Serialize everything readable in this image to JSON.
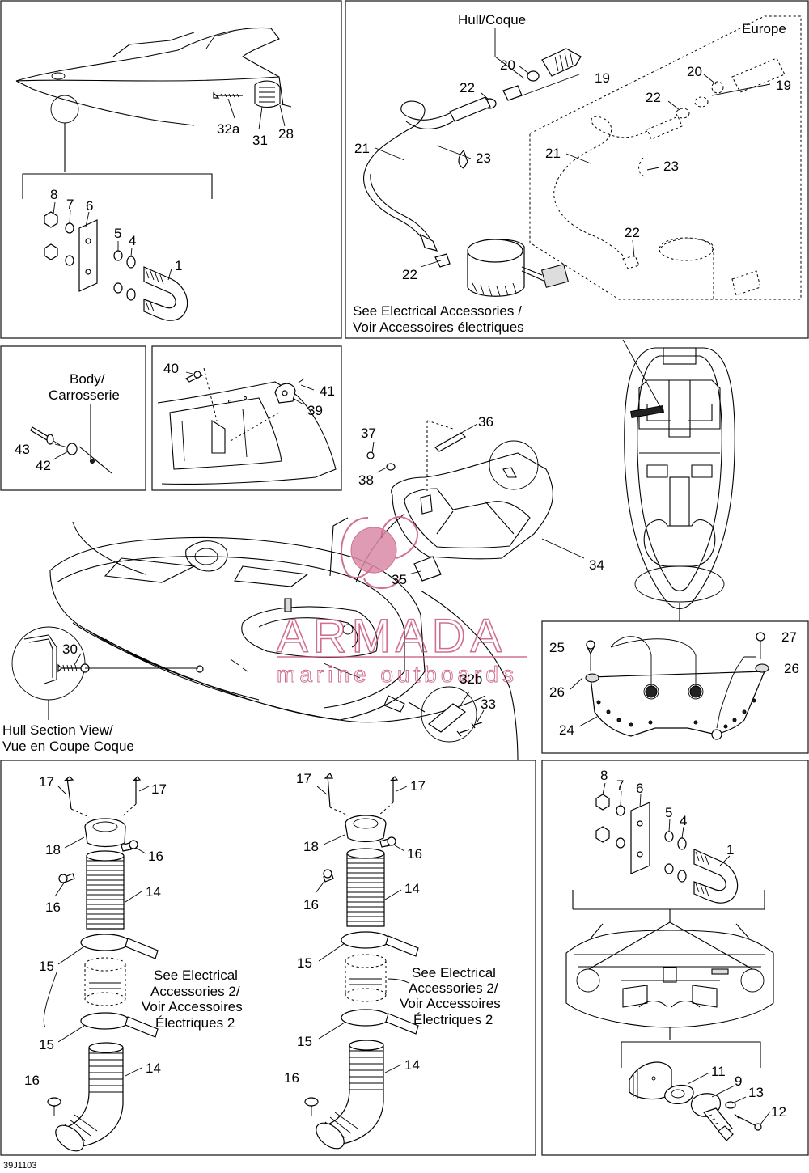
{
  "figure_code": "39J1103",
  "watermark": {
    "brand": "ARMADA",
    "tagline": "marine outboards",
    "color": "#c8587c"
  },
  "labels": {
    "hull": "Hull/Coque",
    "europe": "Europe",
    "see_elec_1": "See Electrical Accessories /",
    "see_elec_2": "Voir Accessoires électriques",
    "body_1": "Body/",
    "body_2": "Carrosserie",
    "hull_section_1": "Hull Section View/",
    "hull_section_2": "Vue en Coupe Coque",
    "see_elec2_a_1": "See Electrical",
    "see_elec2_a_2": "Accessories 2/",
    "see_elec2_a_3": "Voir Accessoires",
    "see_elec2_a_4": "Électriques 2",
    "see_elec2_b_1": "See Electrical",
    "see_elec2_b_2": "Accessories 2/",
    "see_elec2_b_3": "Voir Accessoires",
    "see_elec2_b_4": "Électriques 2"
  },
  "callouts": {
    "p1_32a": "32a",
    "p1_31": "31",
    "p1_28": "28",
    "p1_8": "8",
    "p1_7": "7",
    "p1_6": "6",
    "p1_5": "5",
    "p1_4": "4",
    "p1_1": "1",
    "p2_20": "20",
    "p2_19": "19",
    "p2_22a": "22",
    "p2_21": "21",
    "p2_23": "23",
    "p2_22b": "22",
    "p2_20e": "20",
    "p2_19e": "19",
    "p2_22e": "22",
    "p2_21e": "21",
    "p2_23e": "23",
    "p2_22f": "22",
    "p3_43": "43",
    "p3_42": "42",
    "p4_40": "40",
    "p4_41": "41",
    "p4_39": "39",
    "p5_37": "37",
    "p5_36": "36",
    "p5_38": "38",
    "p5_34": "34",
    "p5_35": "35",
    "p5_30": "30",
    "p5_32b": "32b",
    "p5_33": "33",
    "p6_25": "25",
    "p6_27": "27",
    "p6_26a": "26",
    "p6_26b": "26",
    "p6_24": "24",
    "p7_17a": "17",
    "p7_17b": "17",
    "p7_18": "18",
    "p7_16a": "16",
    "p7_16b": "16",
    "p7_14a": "14",
    "p7_15a": "15",
    "p7_15b": "15",
    "p7_14b": "14",
    "p7_16c": "16",
    "p8_17a": "17",
    "p8_17b": "17",
    "p8_18": "18",
    "p8_16a": "16",
    "p8_16b": "16",
    "p8_14a": "14",
    "p8_15a": "15",
    "p8_15b": "15",
    "p8_14b": "14",
    "p8_16c": "16",
    "p9_8": "8",
    "p9_7": "7",
    "p9_6": "6",
    "p9_5": "5",
    "p9_4": "4",
    "p9_1": "1",
    "p9_11": "11",
    "p9_9": "9",
    "p9_13": "13",
    "p9_12": "12"
  }
}
